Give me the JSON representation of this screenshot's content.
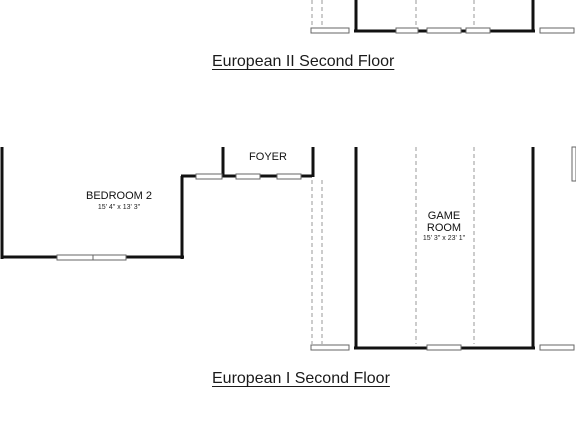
{
  "captions": {
    "european_ii": "European II Second Floor",
    "european_i": "European I Second Floor"
  },
  "rooms": {
    "bedroom2": {
      "name": "BEDROOM 2",
      "dims": "15' 4\" x 13' 3\""
    },
    "foyer": {
      "name": "FOYER"
    },
    "game_room": {
      "name_line1": "GAME",
      "name_line2": "ROOM",
      "dims": "15' 3\" x 23' 1\""
    }
  },
  "colors": {
    "wall": "#111111",
    "window": "#666666",
    "dash": "#999999",
    "caption": "#1a1a1a"
  }
}
